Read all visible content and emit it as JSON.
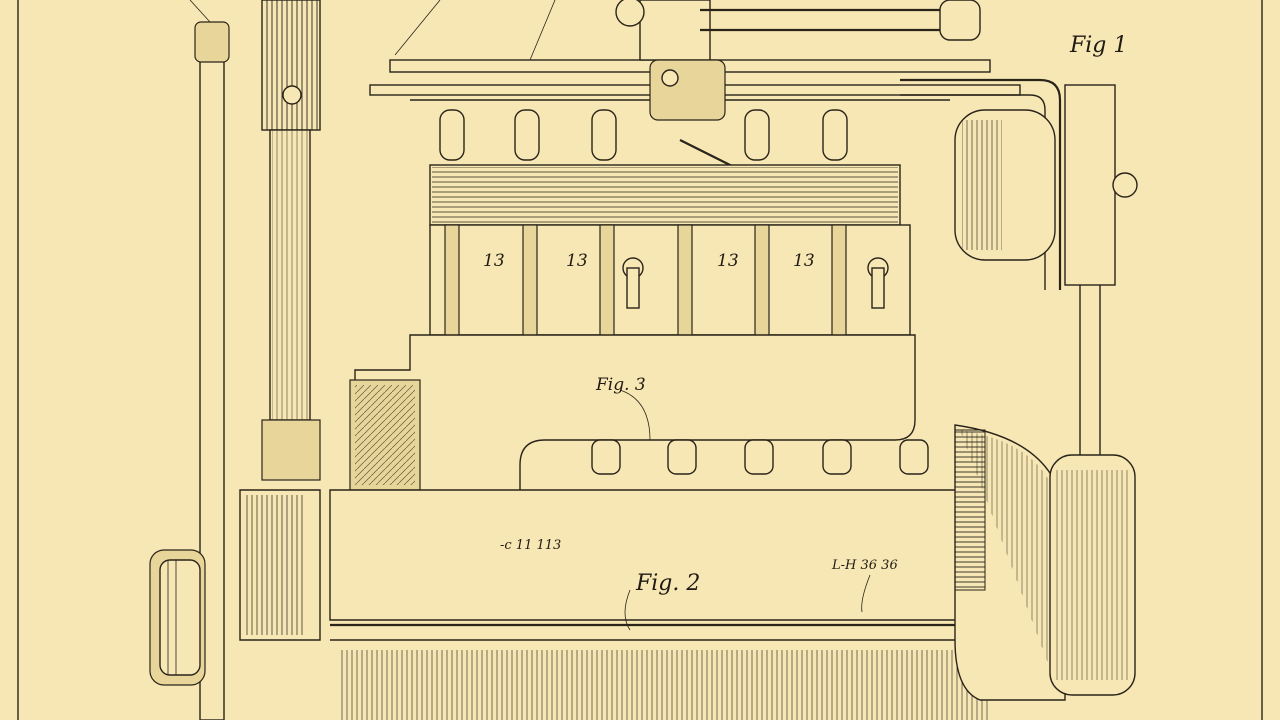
{
  "colors": {
    "paper": "#f7e7b4",
    "ink": "#2a241a"
  },
  "labels": {
    "fig1": "Fig 1",
    "fig3": "Fig. 3",
    "fig2": "Fig. 2",
    "cyl1": "13",
    "cyl2": "13",
    "cyl3": "13",
    "cyl4": "13",
    "ref_left": "-c 11 113",
    "ref_right": "L-H 36 36"
  }
}
